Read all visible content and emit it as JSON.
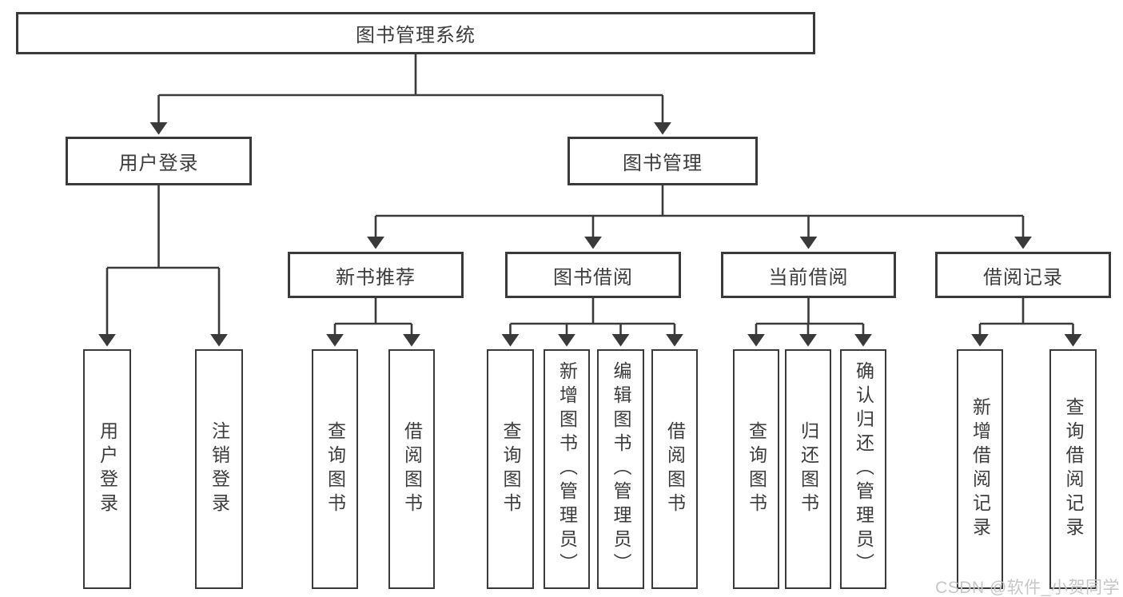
{
  "diagram": {
    "root": {
      "label": "图书管理系统"
    },
    "level2": [
      {
        "id": "user-login",
        "label": "用户登录"
      },
      {
        "id": "book-management",
        "label": "图书管理"
      }
    ],
    "level3": [
      {
        "id": "new-book-recommend",
        "label": "新书推荐"
      },
      {
        "id": "book-borrow",
        "label": "图书借阅"
      },
      {
        "id": "current-borrow",
        "label": "当前借阅"
      },
      {
        "id": "borrow-records",
        "label": "借阅记录"
      }
    ],
    "leaves": {
      "user_login": [
        {
          "label": "用户登录"
        },
        {
          "label": "注销登录"
        }
      ],
      "new_book": [
        {
          "label": "查询图书"
        },
        {
          "label": "借阅图书"
        }
      ],
      "book_borrow": [
        {
          "label": "查询图书"
        },
        {
          "label": "新增图书（管理员）"
        },
        {
          "label": "编辑图书（管理员）"
        },
        {
          "label": "借阅图书"
        }
      ],
      "current_borrow": [
        {
          "label": "查询图书"
        },
        {
          "label": "归还图书"
        },
        {
          "label": "确认归还（管理员）"
        }
      ],
      "borrow_records": [
        {
          "label": "新增借阅记录"
        },
        {
          "label": "查询借阅记录"
        }
      ]
    },
    "watermark": "CSDN @软件_小贺同学",
    "colors": {
      "border": "#3a3a3a",
      "text": "#3c3c3c",
      "connector": "#3a3a3a",
      "watermark": "#c6c6c6",
      "background": "#ffffff"
    }
  }
}
